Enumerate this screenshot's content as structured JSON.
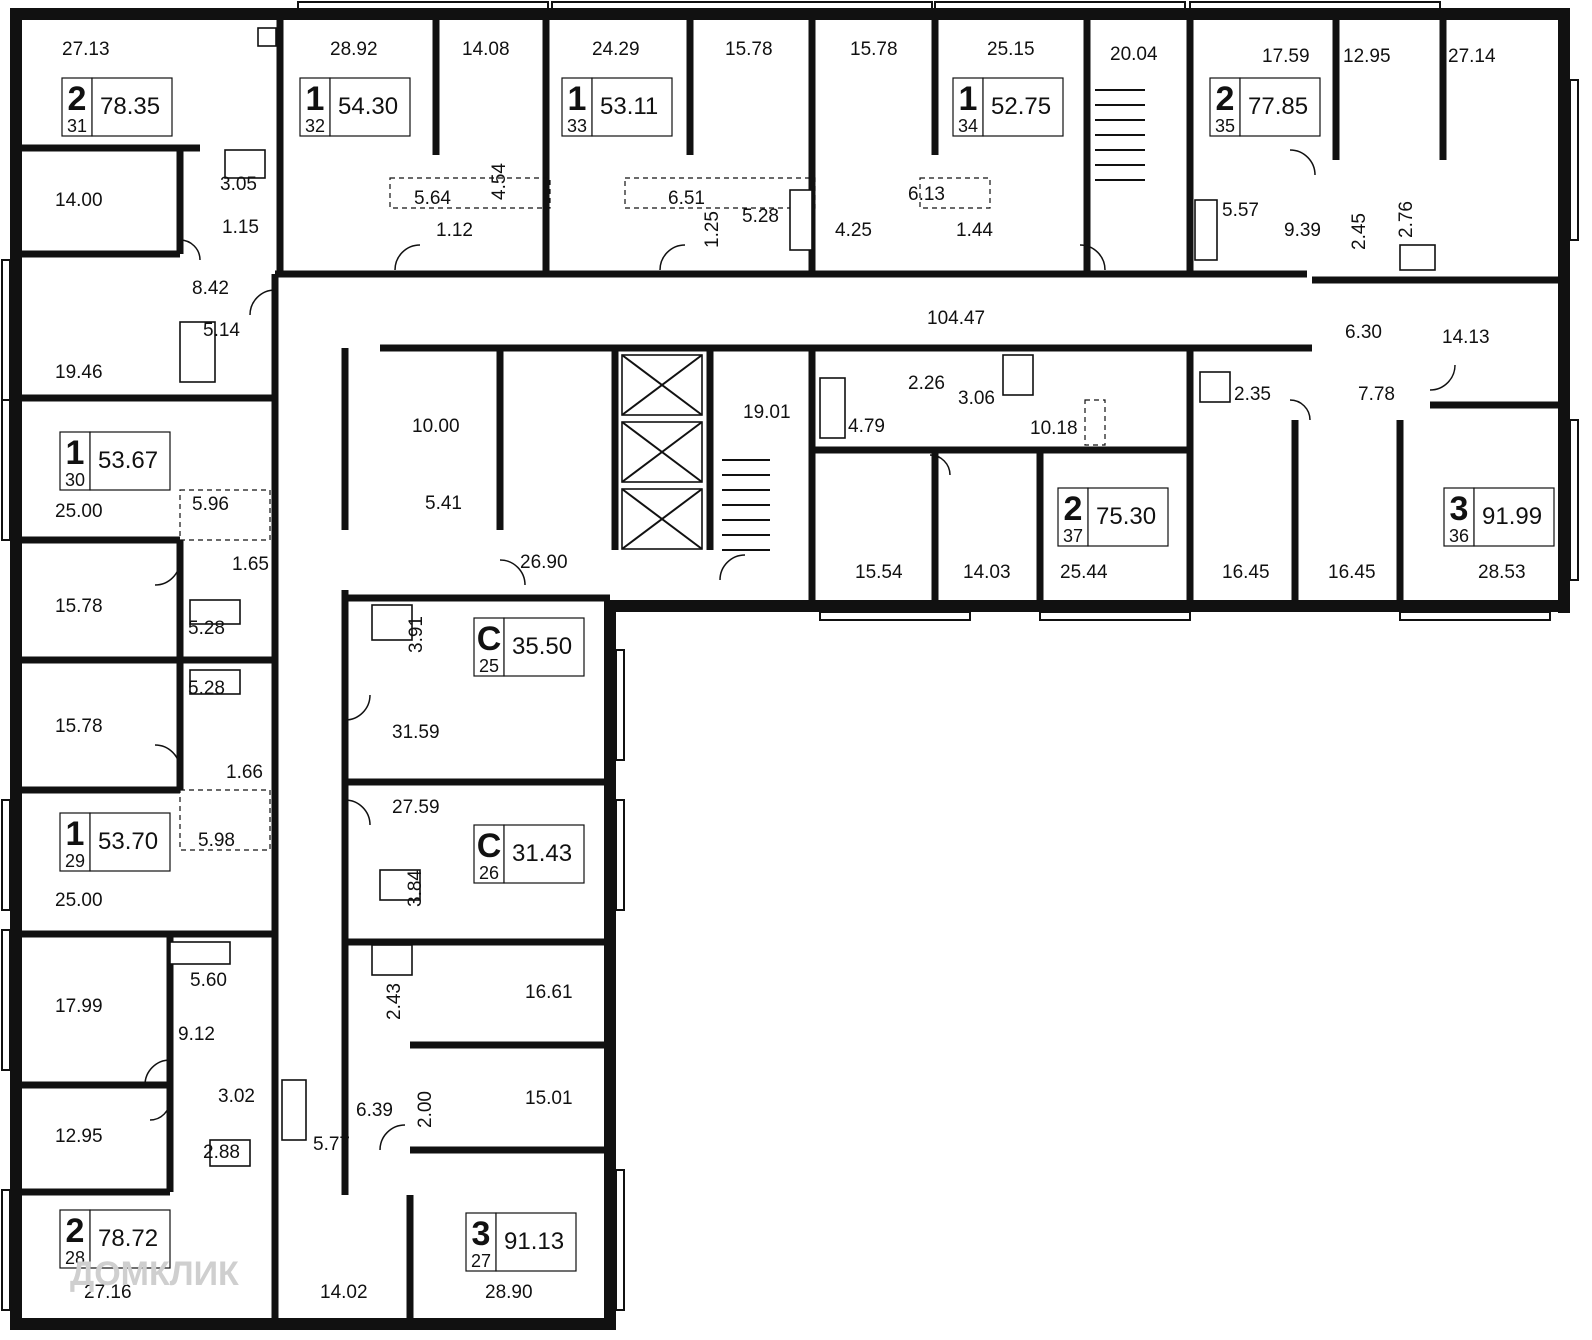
{
  "watermark": "ДОМКЛИК",
  "colors": {
    "wall": "#111111",
    "background": "#ffffff",
    "watermark": "#cfcfcf"
  },
  "apartments": [
    {
      "id": "apt-31",
      "rooms": "2",
      "number": "31",
      "total": "78.35"
    },
    {
      "id": "apt-32",
      "rooms": "1",
      "number": "32",
      "total": "54.30"
    },
    {
      "id": "apt-33",
      "rooms": "1",
      "number": "33",
      "total": "53.11"
    },
    {
      "id": "apt-34",
      "rooms": "1",
      "number": "34",
      "total": "52.75"
    },
    {
      "id": "apt-35",
      "rooms": "2",
      "number": "35",
      "total": "77.85"
    },
    {
      "id": "apt-30",
      "rooms": "1",
      "number": "30",
      "total": "53.67"
    },
    {
      "id": "apt-37",
      "rooms": "2",
      "number": "37",
      "total": "75.30"
    },
    {
      "id": "apt-36",
      "rooms": "3",
      "number": "36",
      "total": "91.99"
    },
    {
      "id": "apt-25",
      "rooms": "С",
      "number": "25",
      "total": "35.50"
    },
    {
      "id": "apt-26",
      "rooms": "С",
      "number": "26",
      "total": "31.43"
    },
    {
      "id": "apt-29",
      "rooms": "1",
      "number": "29",
      "total": "53.70"
    },
    {
      "id": "apt-28",
      "rooms": "2",
      "number": "28",
      "total": "78.72"
    },
    {
      "id": "apt-27",
      "rooms": "3",
      "number": "27",
      "total": "91.13"
    }
  ],
  "room_areas": [
    "27.13",
    "28.92",
    "14.08",
    "24.29",
    "15.78",
    "15.78",
    "25.15",
    "20.04",
    "17.59",
    "12.95",
    "27.14",
    "14.00",
    "3.05",
    "1.15",
    "5.64",
    "1.12",
    "4.54",
    "6.51",
    "5.28",
    "1.25",
    "4.25",
    "6.13",
    "1.44",
    "5.57",
    "9.39",
    "2.45",
    "2.76",
    "8.42",
    "104.47",
    "19.46",
    "5.14",
    "6.30",
    "14.13",
    "10.00",
    "19.01",
    "2.26",
    "3.06",
    "4.79",
    "10.18",
    "2.35",
    "7.78",
    "25.00",
    "5.96",
    "5.41",
    "1.65",
    "26.90",
    "15.54",
    "14.03",
    "25.44",
    "16.45",
    "16.45",
    "28.53",
    "15.78",
    "5.28",
    "3.91",
    "15.78",
    "5.28",
    "31.59",
    "1.66",
    "27.59",
    "5.98",
    "3.84",
    "25.00",
    "17.99",
    "5.60",
    "2.43",
    "16.61",
    "9.12",
    "3.02",
    "6.39",
    "2.00",
    "15.01",
    "12.95",
    "5.77",
    "2.88",
    "27.16",
    "14.02",
    "28.90"
  ]
}
